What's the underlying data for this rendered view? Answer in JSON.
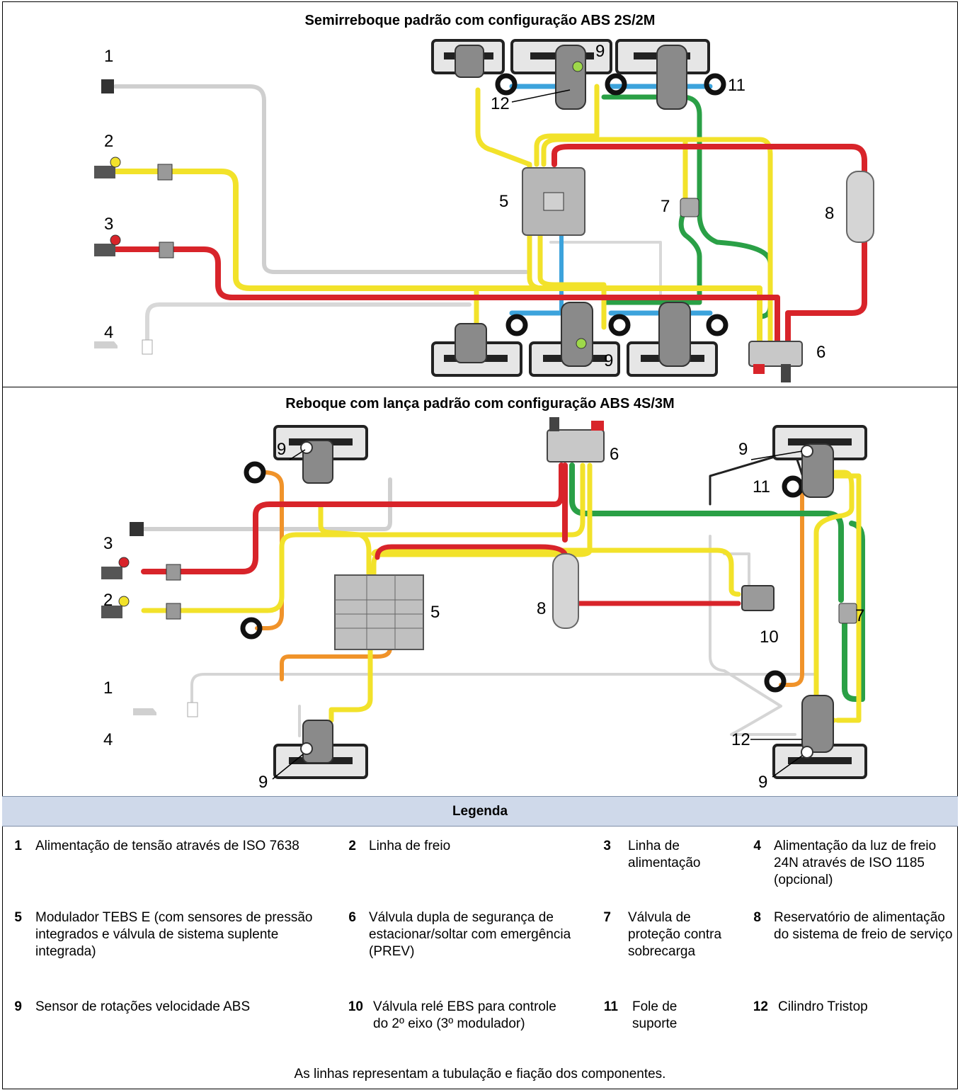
{
  "diagram1": {
    "title": "Semirreboque padrão com configuração ABS 2S/2M",
    "labels": [
      "1",
      "2",
      "3",
      "4",
      "5",
      "6",
      "7",
      "8",
      "9",
      "9",
      "11",
      "12"
    ]
  },
  "diagram2": {
    "title": "Reboque com lança padrão com configuração ABS 4S/3M",
    "labels": [
      "3",
      "2",
      "1",
      "4",
      "5",
      "6",
      "7",
      "8",
      "9",
      "9",
      "9",
      "9",
      "10",
      "11",
      "12"
    ]
  },
  "colors": {
    "brake_line": "#f2e22a",
    "supply_line": "#d8242a",
    "pressure_line": "#2aa046",
    "sensor_line": "#3ca3dc",
    "electric_line": "#d8d8d8",
    "bellows_line": "#f0932a",
    "legend_header": "#cfd9ea"
  },
  "legend": {
    "title": "Legenda",
    "items": [
      {
        "num": "1",
        "text": "Alimentação de tensão através de ISO 7638"
      },
      {
        "num": "2",
        "text": "Linha de freio"
      },
      {
        "num": "3",
        "text": "Linha de alimentação"
      },
      {
        "num": "4",
        "text": "Alimentação da luz de freio 24N através de ISO 1185 (opcional)"
      },
      {
        "num": "5",
        "text": "Modulador TEBS E (com sensores de pressão integrados e válvula de sistema suplente integrada)"
      },
      {
        "num": "6",
        "text": "Válvula dupla de segurança de estacionar/soltar com emergência (PREV)"
      },
      {
        "num": "7",
        "text": "Válvula de proteção contra sobrecarga"
      },
      {
        "num": "8",
        "text": "Reservatório de alimentação do sistema de freio de serviço"
      },
      {
        "num": "9",
        "text": "Sensor de rotações velocidade ABS"
      },
      {
        "num": "10",
        "text": "Válvula relé EBS para controle do 2º eixo (3º modulador)"
      },
      {
        "num": "11",
        "text": "Fole de suporte"
      },
      {
        "num": "12",
        "text": "Cilindro Tristop"
      }
    ],
    "note": "As linhas representam a tubulação e fiação dos componentes."
  }
}
